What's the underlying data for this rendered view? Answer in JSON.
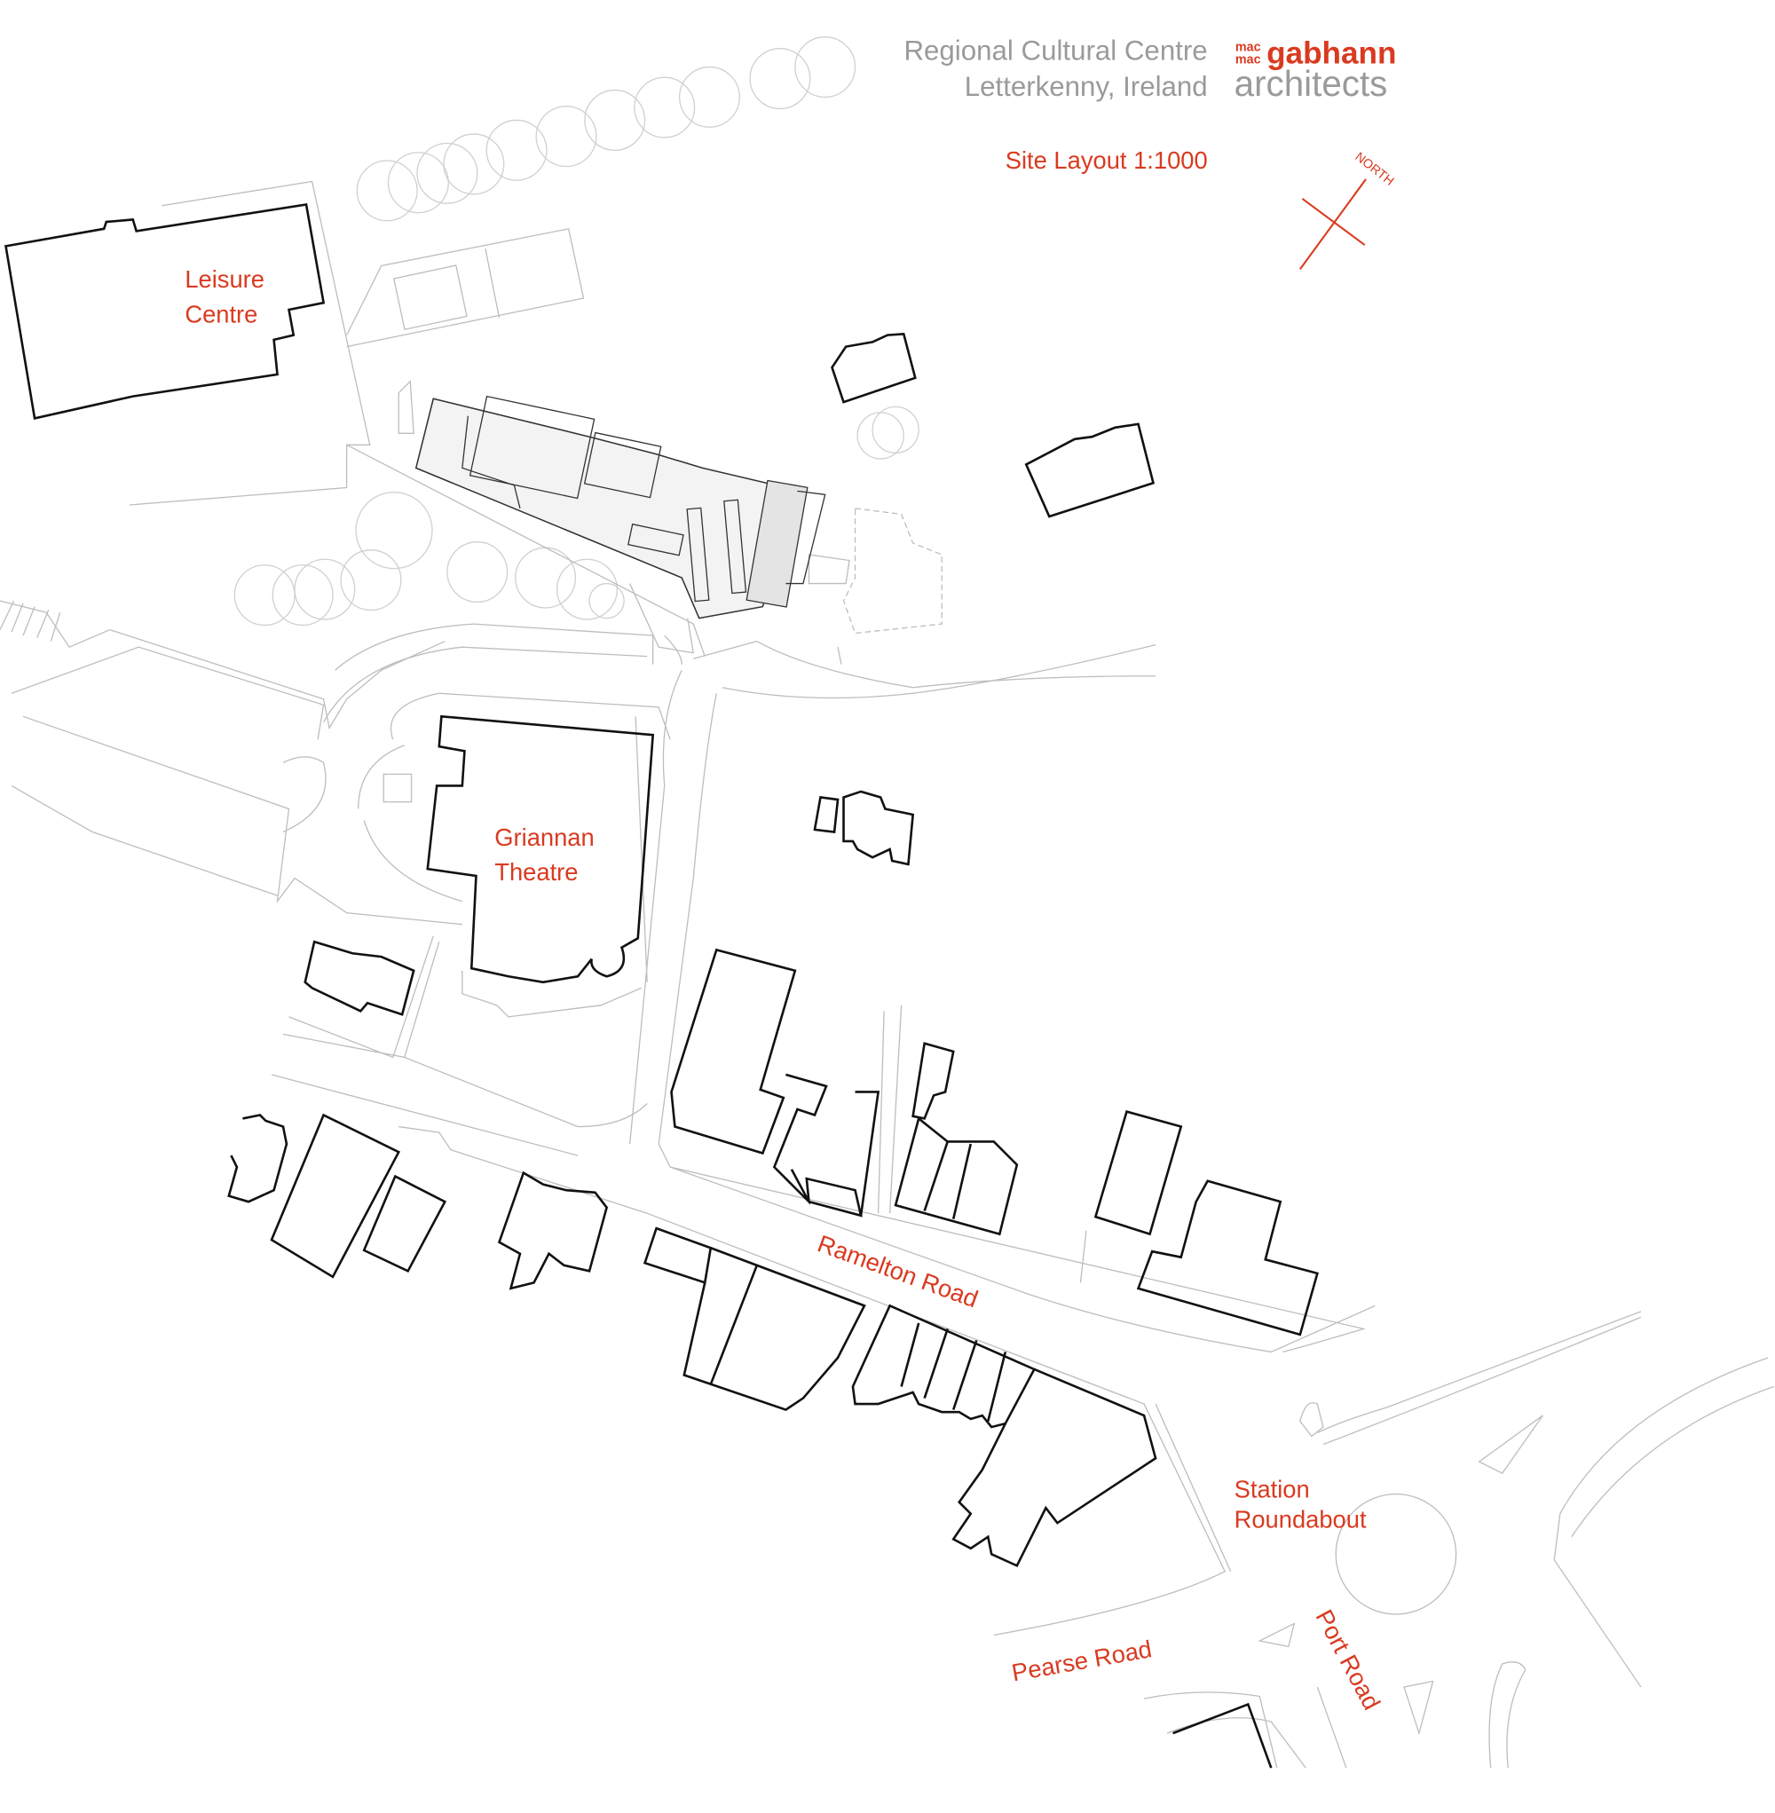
{
  "header": {
    "project_line1": "Regional Cultural Centre",
    "project_line2": "Letterkenny, Ireland",
    "logo_prefix_1": "mac",
    "logo_prefix_2": "mac",
    "logo_name": "gabhann",
    "logo_sub": "architects",
    "drawing_title": "Site Layout 1:1000"
  },
  "north_arrow": {
    "label": "NORTH"
  },
  "labels": {
    "leisure_1": "Leisure",
    "leisure_2": "Centre",
    "theatre_1": "Griannan",
    "theatre_2": "Theatre",
    "ramelton": "Ramelton Road",
    "station_1": "Station",
    "station_2": "Roundabout",
    "pearse": "Pearse Road",
    "port": "Port Road"
  },
  "colors": {
    "accent": "#d93a20",
    "text_grey": "#9a9a9a"
  }
}
